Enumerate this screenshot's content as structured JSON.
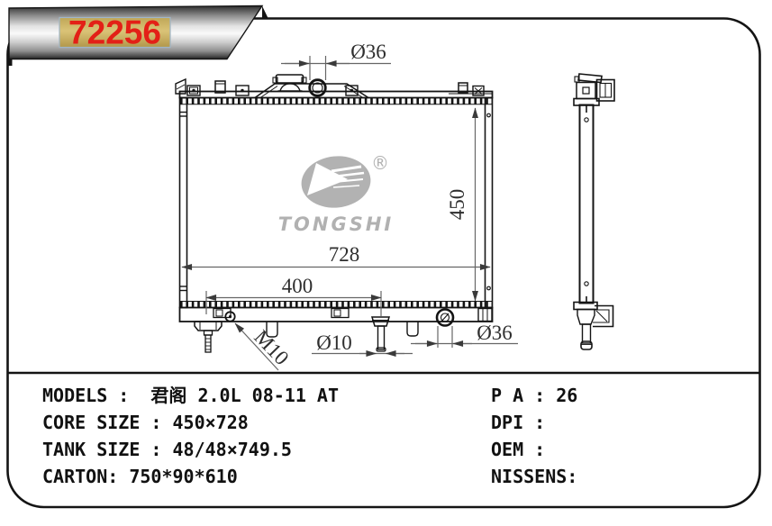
{
  "banner": {
    "part_number": "72256"
  },
  "logo": {
    "wordmark": "TONGSHI",
    "registered": "®"
  },
  "drawing": {
    "dim_labels": {
      "top_port": "Ø36",
      "core_height": "450",
      "core_width": "728",
      "fitting_span": "400",
      "drain_thread": "M10",
      "pipe": "Ø10",
      "bottom_port": "Ø36"
    }
  },
  "specs": {
    "left": [
      "MODELS :  君阁 2.0L 08-11 AT",
      "CORE SIZE : 450×728",
      "TANK SIZE : 48/48×749.5",
      "CARTON: 750*90*610"
    ],
    "right": [
      "P A : 26",
      "DPI :",
      "OEM :",
      "NISSENS:"
    ]
  },
  "colors": {
    "part_number_red": "#e32017",
    "gold_label": "#d0b565",
    "outline": "#141414",
    "dimension": "#666666",
    "watermark": "#9e9e9e"
  }
}
